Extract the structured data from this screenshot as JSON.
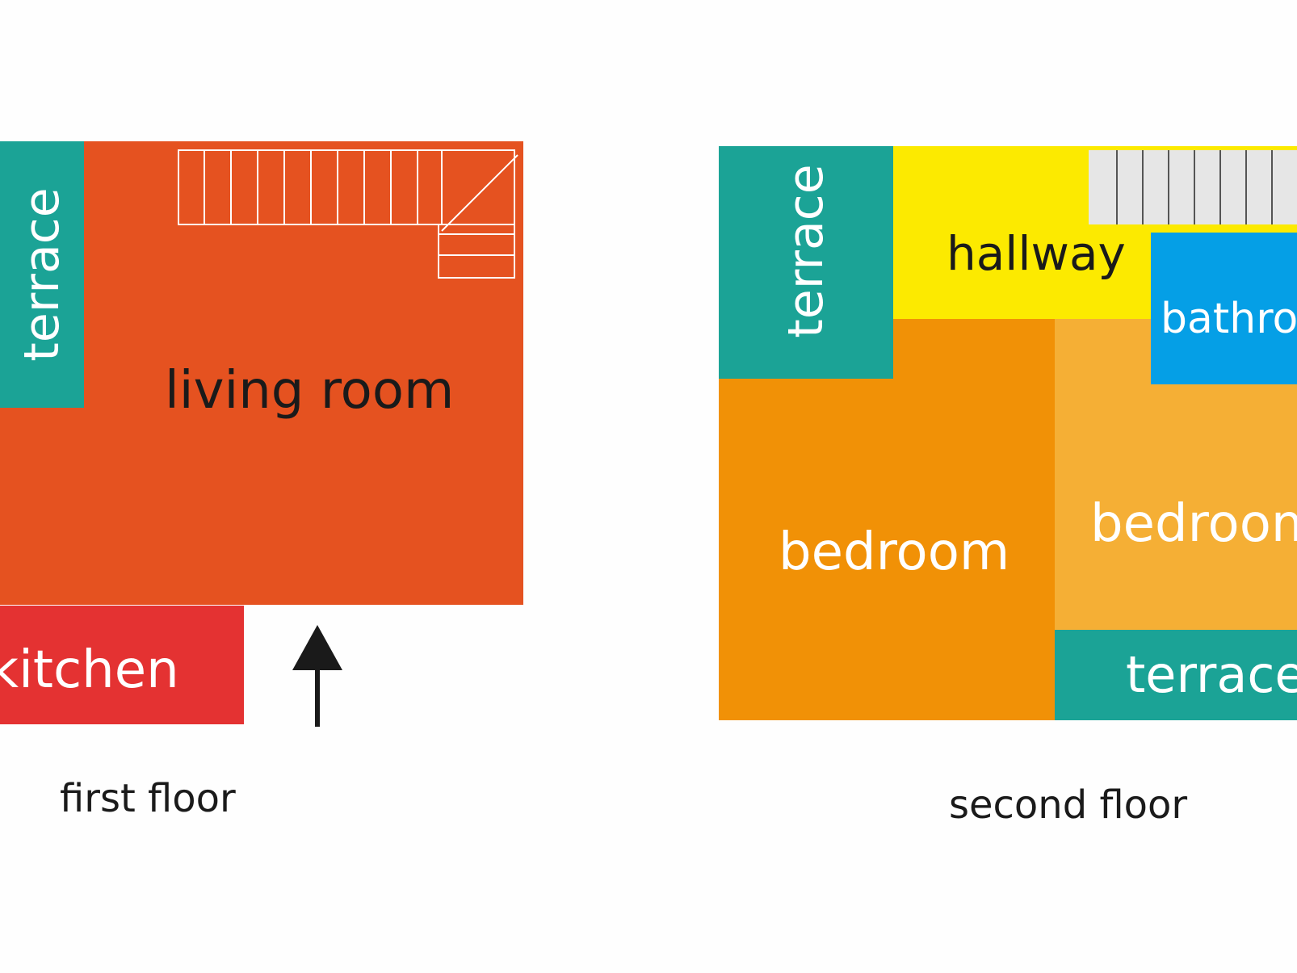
{
  "colors": {
    "terrace": "#1ba396",
    "living_room": "#e55220",
    "kitchen": "#e43232",
    "hallway": "#fcea00",
    "bathroom": "#059fe6",
    "bedroom_left": "#f19106",
    "bedroom_right": "#f5af35",
    "label_dark": "#1a1a1a",
    "label_light": "#ffffff"
  },
  "first_floor": {
    "caption": "first floor",
    "rooms": {
      "terrace": "terrace",
      "living_room": "living room",
      "kitchen": "kitchen"
    },
    "entrance_icon": "arrow-up-icon"
  },
  "second_floor": {
    "caption": "second floor",
    "rooms": {
      "terrace_top": "terrace",
      "hallway": "hallway",
      "bathroom": "bathroom",
      "bedroom_left": "bedroom",
      "bedroom_right": "bedroom",
      "terrace_bottom": "terrace"
    }
  }
}
